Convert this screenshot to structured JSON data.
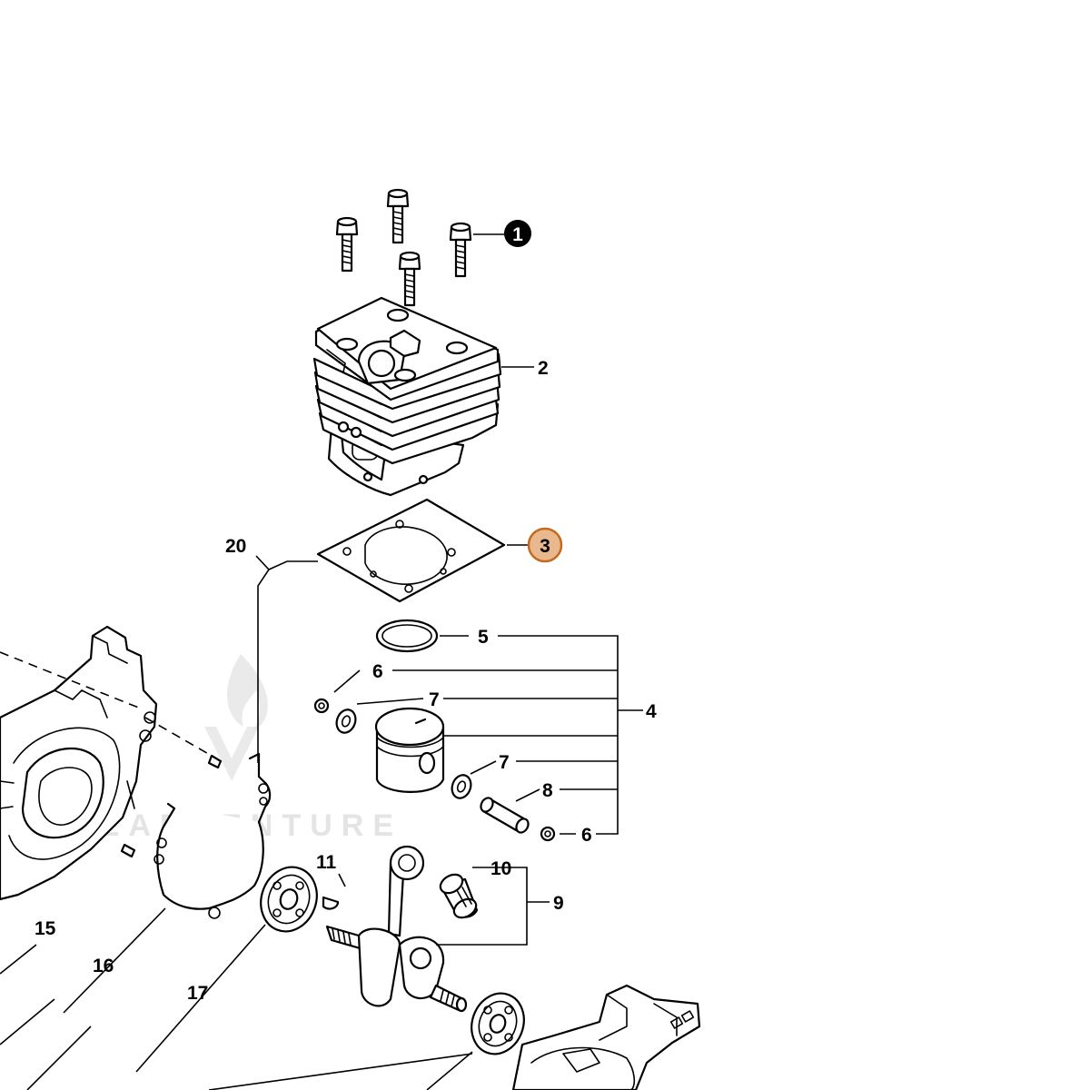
{
  "diagram": {
    "watermark": "LEADVENTURE",
    "callouts": {
      "c1": "1",
      "c2": "2",
      "c3": "3",
      "c4": "4",
      "c5": "5",
      "c6a": "6",
      "c6b": "6",
      "c7a": "7",
      "c7b": "7",
      "c8": "8",
      "c9": "9",
      "c10": "10",
      "c11": "11",
      "c15": "15",
      "c16": "16",
      "c17": "17",
      "c20": "20"
    },
    "colors": {
      "line": "#000000",
      "highlight_fill": "#e9b88e",
      "highlight_stroke": "#c46a1a",
      "marker_fill": "#000000"
    }
  }
}
